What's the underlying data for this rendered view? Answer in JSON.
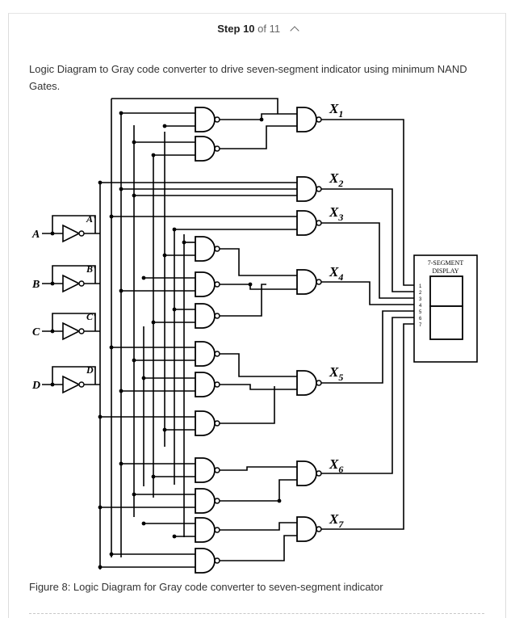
{
  "header": {
    "step_word": "Step",
    "step_number": "10",
    "step_total": "of 11"
  },
  "description": "Logic Diagram to Gray code converter to drive seven-segment indicator using minimum NAND Gates.",
  "caption": "Figure 8: Logic Diagram for Gray code converter to seven-segment indicator",
  "diagram": {
    "inputs": [
      "A",
      "B",
      "C",
      "D"
    ],
    "inverted": [
      "A'",
      "B'",
      "C'",
      "D'"
    ],
    "outputs": [
      {
        "main": "X",
        "sub": "1"
      },
      {
        "main": "X",
        "sub": "2"
      },
      {
        "main": "X",
        "sub": "3"
      },
      {
        "main": "X",
        "sub": "4"
      },
      {
        "main": "X",
        "sub": "5"
      },
      {
        "main": "X",
        "sub": "6"
      },
      {
        "main": "X",
        "sub": "7"
      }
    ],
    "display_title_1": "7-SEGMENT",
    "display_title_2": "DISPLAY",
    "pins": [
      "1",
      "2",
      "3",
      "4",
      "5",
      "6",
      "7"
    ]
  }
}
